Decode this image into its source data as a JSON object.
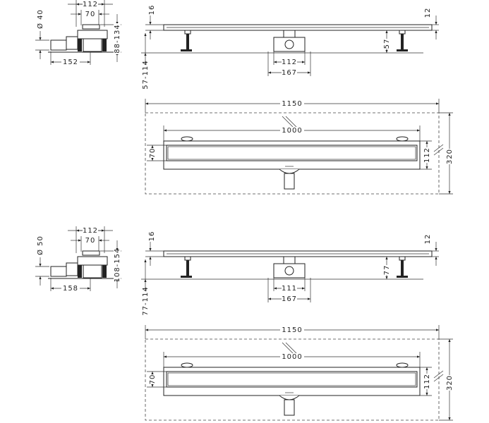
{
  "variants": [
    {
      "detail": {
        "width_outer": "112",
        "width_inner": "70",
        "pipe_diameter": "Ø 40",
        "height_range": "88-134",
        "length": "152"
      },
      "side": {
        "plate_thickness": "16",
        "edge": "12",
        "leg_height": "57",
        "housing_width": "112",
        "feet_spacing": "167",
        "height_range": "57-114"
      },
      "top": {
        "overall_length": "1150",
        "channel_length": "1000",
        "grate_width": "70",
        "channel_width": "112",
        "overall_width": "320"
      }
    },
    {
      "detail": {
        "width_outer": "112",
        "width_inner": "70",
        "pipe_diameter": "Ø 50",
        "height_range": "108-154",
        "length": "158"
      },
      "side": {
        "plate_thickness": "16",
        "edge": "12",
        "leg_height": "77",
        "housing_width": "111",
        "feet_spacing": "167",
        "height_range": "77-114"
      },
      "top": {
        "overall_length": "1150",
        "channel_length": "1000",
        "grate_width": "70",
        "channel_width": "112",
        "overall_width": "320"
      }
    }
  ]
}
